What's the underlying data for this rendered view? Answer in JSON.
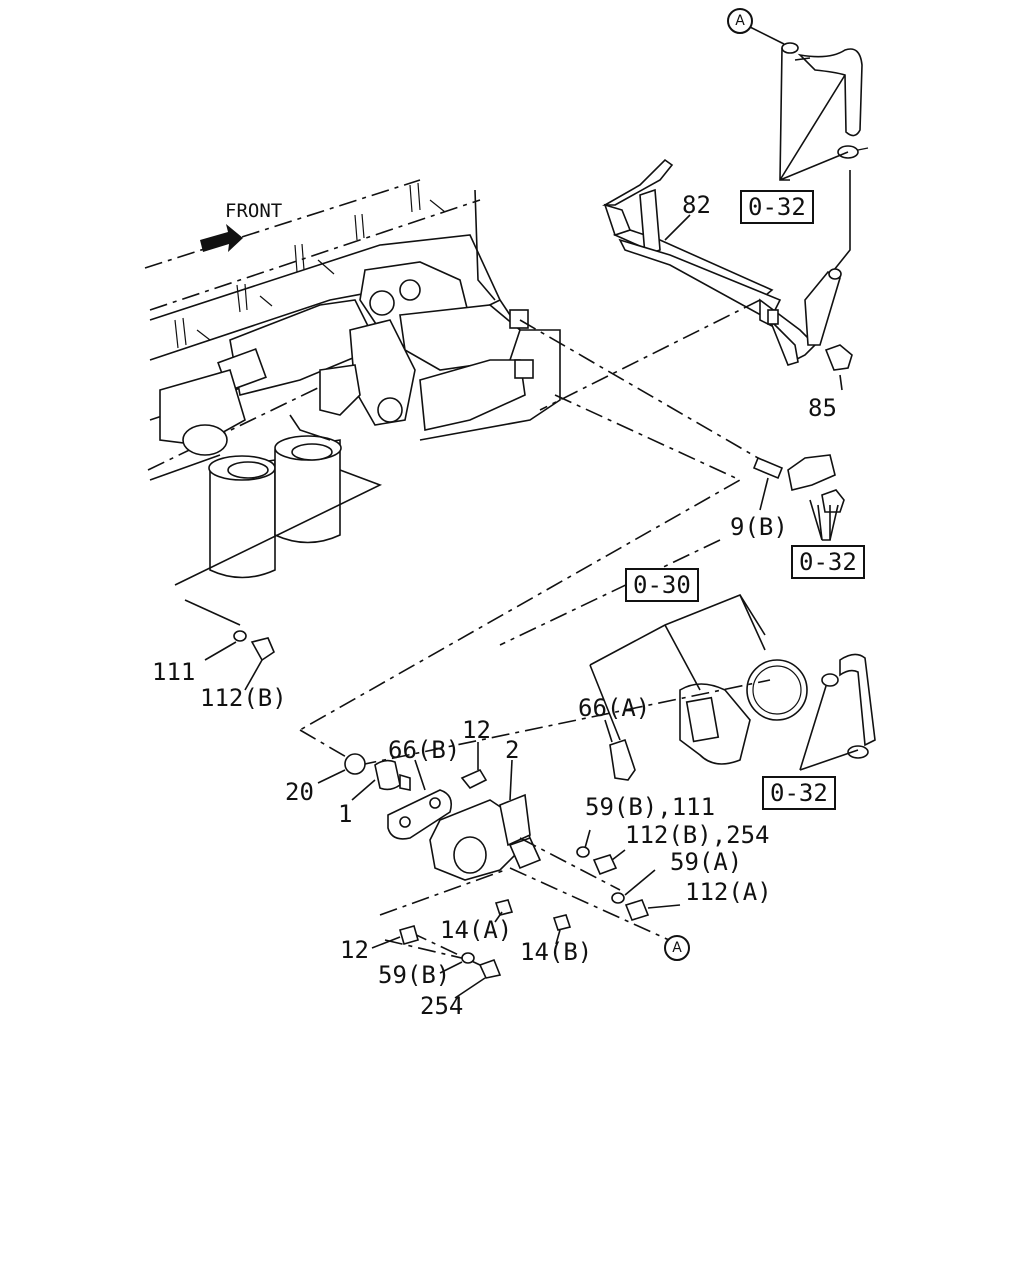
{
  "direction_label": "FRONT",
  "refs": {
    "top_right": "0-32",
    "mid_right": "0-32",
    "lower_right": "0-32",
    "filter_ref": "0-30"
  },
  "markers": {
    "top": "A",
    "bottom": "A"
  },
  "labels": {
    "p82": "82",
    "p85": "85",
    "p9b": "9(B)",
    "p111": "111",
    "p112b": "112(B)",
    "p66a": "66(A)",
    "p12_top": "12",
    "p2": "2",
    "p66b": "66(B)",
    "p20": "20",
    "p1": "1",
    "p59b_111": "59(B),111",
    "p112b_254": "112(B),254",
    "p59a": "59(A)",
    "p112a": "112(A)",
    "p14a": "14(A)",
    "p14b": "14(B)",
    "p12_bottom": "12",
    "p59b": "59(B)",
    "p254": "254"
  }
}
